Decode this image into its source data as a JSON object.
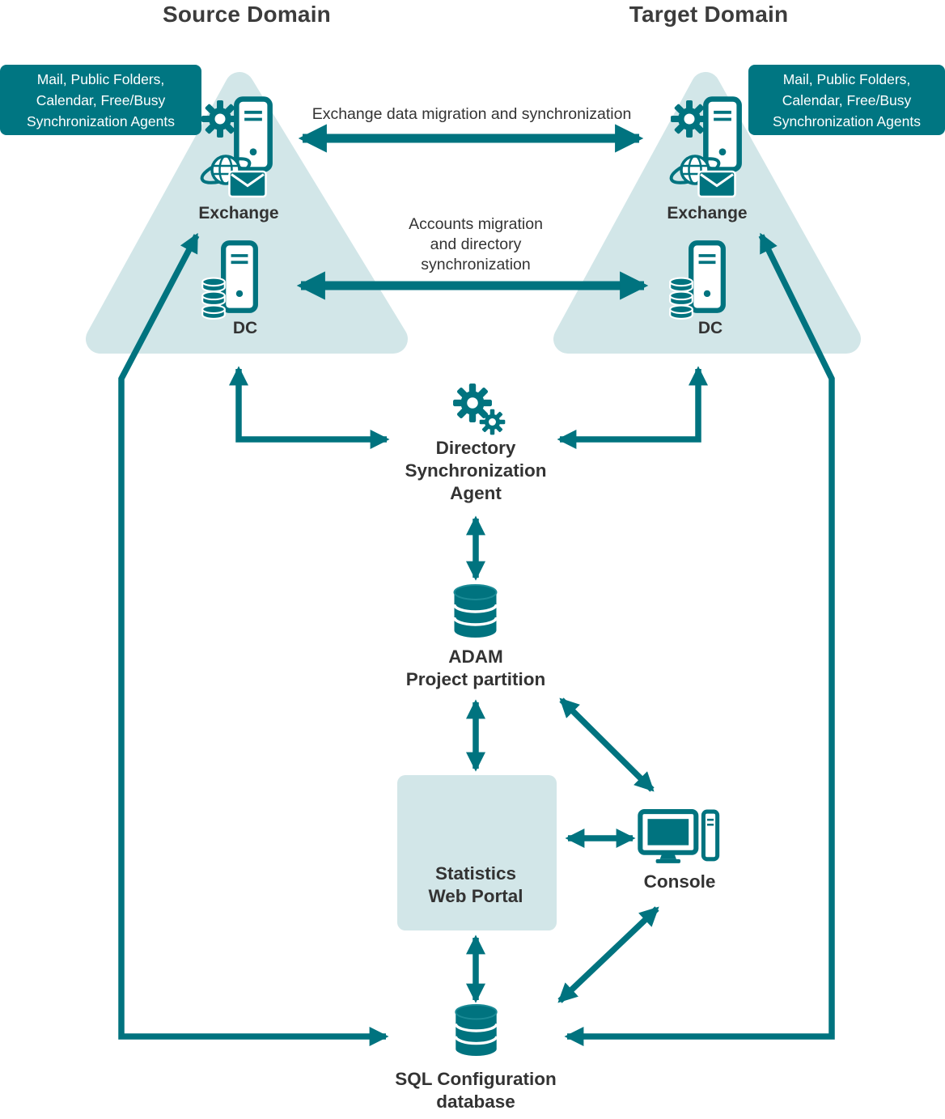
{
  "titles": {
    "source": "Source Domain",
    "target": "Target Domain"
  },
  "callouts": {
    "source_lines": [
      "Mail, Public Folders,",
      "Calendar, Free/Busy",
      "Synchronization Agents"
    ],
    "target_lines": [
      "Mail, Public Folders,",
      "Calendar, Free/Busy",
      "Synchronization Agents"
    ]
  },
  "domain_nodes": {
    "source_exchange": "Exchange",
    "source_dc": "DC",
    "target_exchange": "Exchange",
    "target_dc": "DC"
  },
  "flows": {
    "exchange_sync": "Exchange data migration and synchronization",
    "accounts_sync_lines": [
      "Accounts migration",
      "and directory",
      "synchronization"
    ]
  },
  "nodes": {
    "dsa_lines": [
      "Directory",
      "Synchronization",
      "Agent"
    ],
    "adam_lines": [
      "ADAM",
      "Project partition"
    ],
    "stats_lines": [
      "Statistics",
      "Web Portal"
    ],
    "console": "Console",
    "sql_lines": [
      "SQL Configuration",
      "database"
    ]
  },
  "icons": {
    "exchange": "server-gear-globe-mail-icon",
    "dc": "server-disk-stack-icon",
    "dsa": "gears-icon",
    "adam": "database-cylinder-icon",
    "stats": "globe-icon",
    "console": "monitor-tower-icon",
    "sql": "database-cylinder-icon"
  },
  "colors": {
    "teal": "#00737f",
    "light_teal": "#d2e6e8",
    "callout_bg": "#007682",
    "text_dark": "#3a3a3a"
  }
}
